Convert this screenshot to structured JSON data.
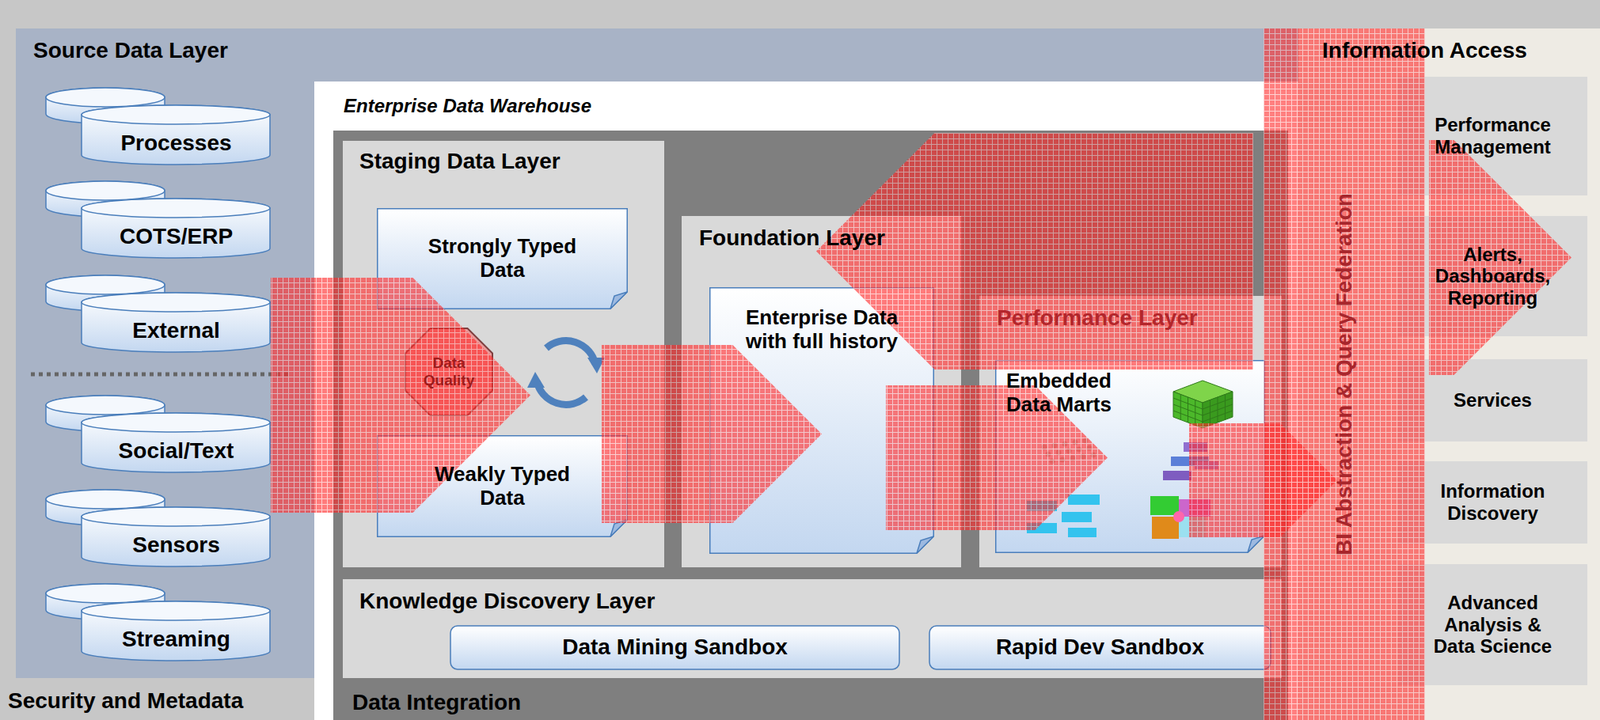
{
  "diagram": {
    "nodes": [
      {
        "text": [
          "Source Data Layer"
        ]
      },
      {
        "text": [
          "Processes"
        ],
        "in": 0
      },
      {
        "text": [
          "COTS/ERP"
        ],
        "in": 0
      },
      {
        "text": [
          "External"
        ],
        "in": 0
      },
      {
        "text": [
          "Social/Text"
        ],
        "in": 0
      },
      {
        "text": [
          "Sensors"
        ],
        "in": 0
      },
      {
        "text": [
          "Streaming"
        ],
        "in": 0
      },
      {
        "text": [
          "Enterprise Data Warehouse"
        ]
      },
      {
        "text": [
          "Data Integration"
        ],
        "in": 7
      },
      {
        "text": [
          "Staging Data Layer"
        ],
        "in": 8
      },
      {
        "text": [
          "Strongly Typed Data"
        ],
        "in": 9
      },
      {
        "text": [
          "Data Quality"
        ],
        "in": 9
      },
      {
        "text": [
          "Weakly Typed Data"
        ],
        "in": 9
      },
      {
        "text": [
          "Foundation Layer"
        ],
        "in": 8
      },
      {
        "text": [
          "Enterprise Data with full history"
        ],
        "in": 13
      },
      {
        "text": [
          "Performance Layer"
        ],
        "in": 8
      },
      {
        "text": [
          "Embedded Data Marts"
        ],
        "in": 15
      },
      {
        "text": [
          "Knowledge Discovery Layer"
        ],
        "in": 8
      },
      {
        "text": [
          "Data Mining Sandbox"
        ],
        "in": 17
      },
      {
        "text": [
          "Rapid Dev Sandbox"
        ],
        "in": 17
      },
      {
        "text": [
          "BI Abstraction & Query Federation"
        ]
      },
      {
        "text": [
          "Information Access"
        ]
      },
      {
        "text": [
          "Performance Management"
        ],
        "in": 21
      },
      {
        "text": [
          "Alerts, Dashboards, Reporting"
        ],
        "in": 21
      },
      {
        "text": [
          "Services"
        ],
        "in": 21
      },
      {
        "text": [
          "Information Discovery"
        ],
        "in": 21
      },
      {
        "text": [
          "Advanced Analysis & Data Science"
        ],
        "in": 21
      }
    ],
    "edges": [
      {
        "from": 0,
        "to": 9,
        "arrow": "to"
      },
      {
        "from": 9,
        "to": 14,
        "arrow": "to"
      },
      {
        "from": 14,
        "to": 16,
        "arrow": "to"
      },
      {
        "from": 16,
        "to": 20,
        "arrow": "to"
      },
      {
        "from": 20,
        "to": 13,
        "arrow": "to"
      },
      {
        "from": 20,
        "to": 23,
        "arrow": "to"
      }
    ],
    "labels": [
      "Security and Metadata"
    ]
  }
}
